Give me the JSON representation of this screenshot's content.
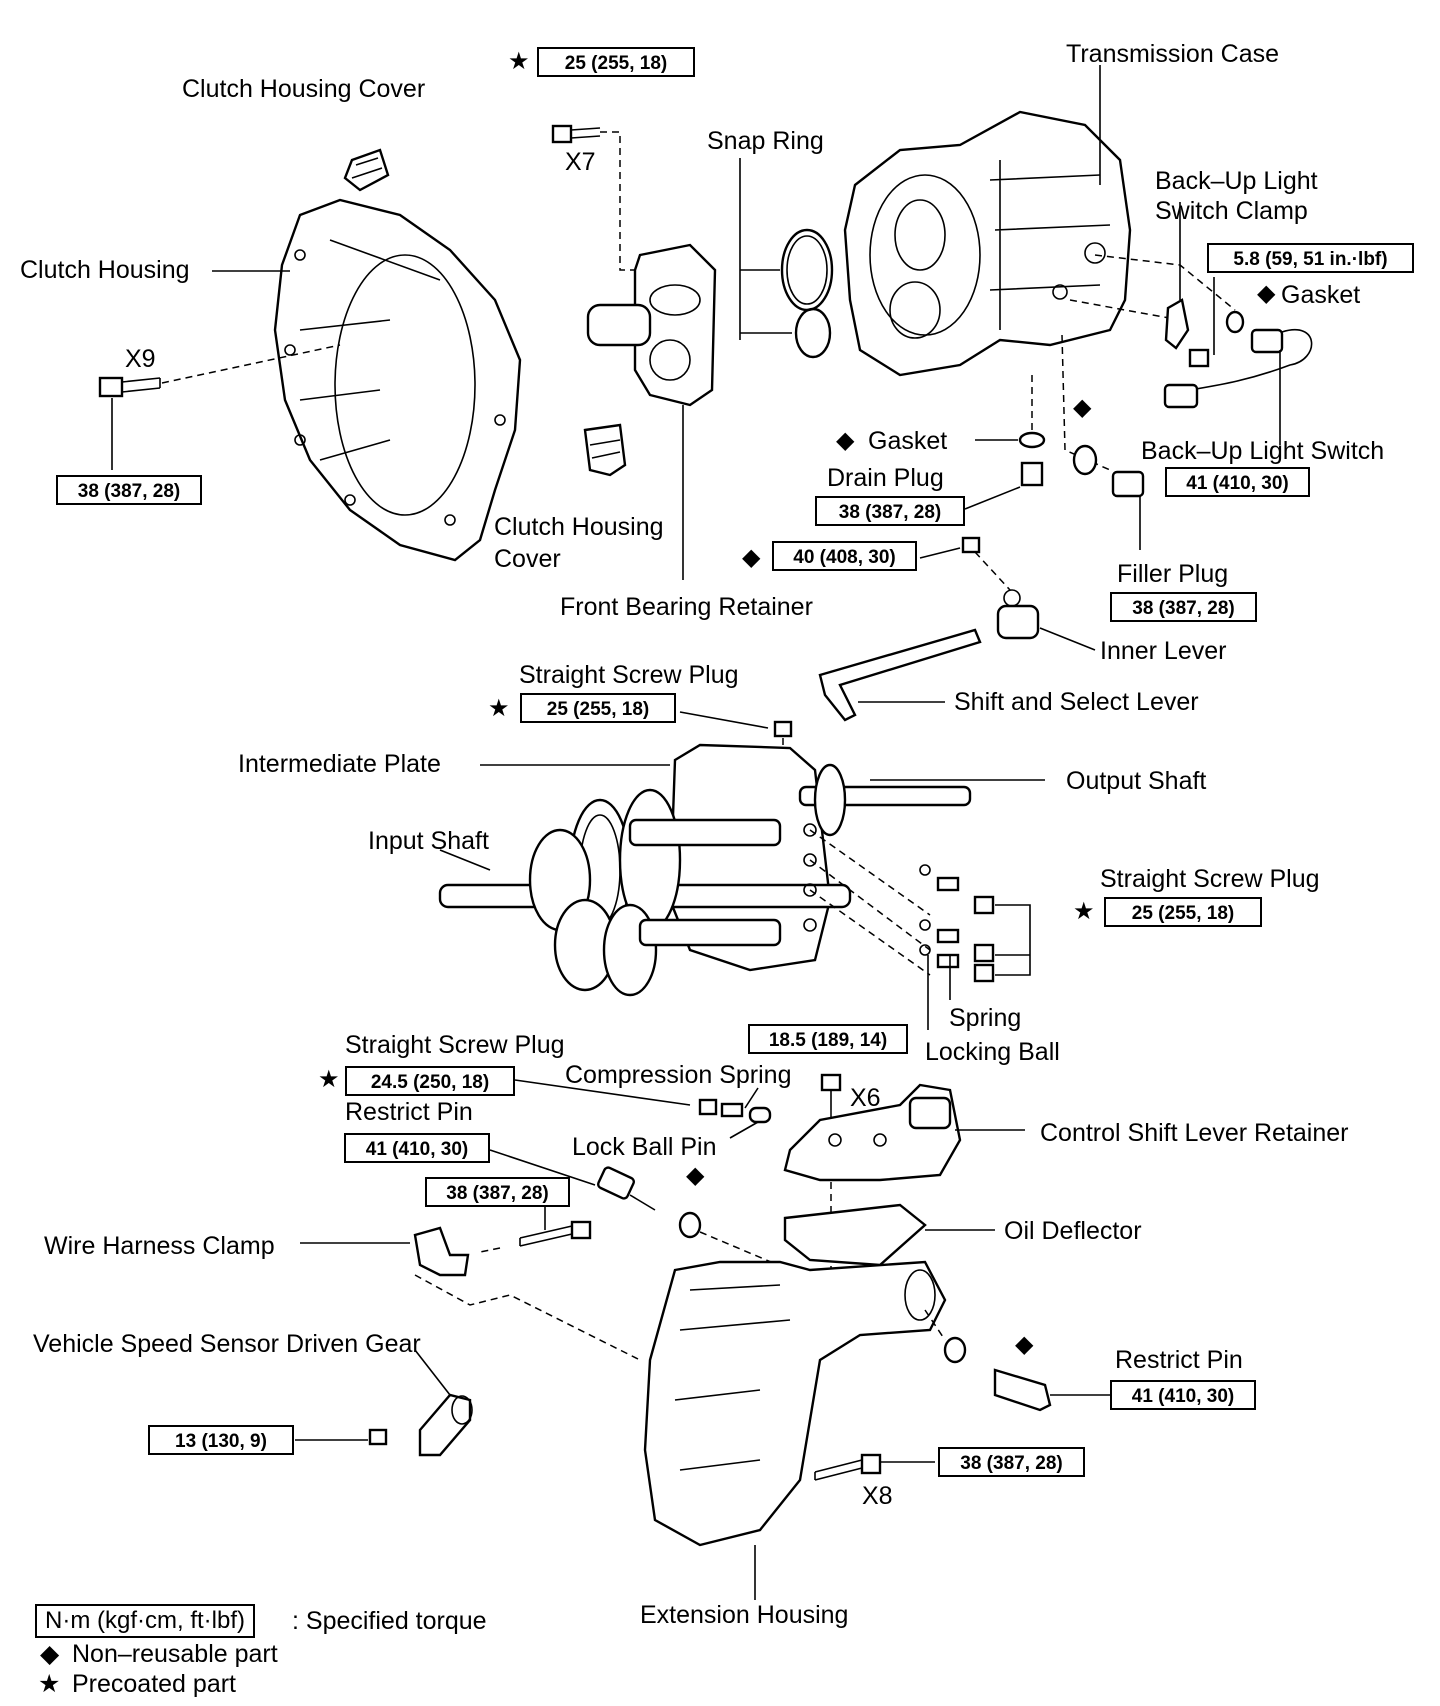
{
  "labels": {
    "clutch_housing_cover_top": "Clutch Housing Cover",
    "clutch_housing": "Clutch Housing",
    "x9": "X9",
    "x7": "X7",
    "snap_ring": "Snap Ring",
    "transmission_case": "Transmission Case",
    "backup_clamp_1": "Back–Up Light",
    "backup_clamp_2": "Switch Clamp",
    "gasket_right": "Gasket",
    "gasket_mid": "Gasket",
    "drain_plug": "Drain Plug",
    "backup_switch": "Back–Up Light Switch",
    "clutch_cover_low_1": "Clutch Housing",
    "clutch_cover_low_2": "Cover",
    "front_bearing_retainer": "Front Bearing Retainer",
    "filler_plug": "Filler Plug",
    "inner_lever": "Inner Lever",
    "straight_screw_plug_1": "Straight Screw Plug",
    "shift_select_lever": "Shift and Select Lever",
    "intermediate_plate": "Intermediate Plate",
    "output_shaft": "Output Shaft",
    "input_shaft": "Input Shaft",
    "straight_screw_plug_2": "Straight Screw Plug",
    "spring": "Spring",
    "locking_ball": "Locking Ball",
    "straight_screw_plug_3": "Straight Screw Plug",
    "compression_spring": "Compression Spring",
    "x6": "X6",
    "restrict_pin_left": "Restrict Pin",
    "lock_ball_pin": "Lock Ball Pin",
    "control_shift_lever_retainer": "Control Shift Lever Retainer",
    "oil_deflector": "Oil Deflector",
    "wire_harness_clamp": "Wire Harness Clamp",
    "vss_driven_gear": "Vehicle Speed Sensor Driven Gear",
    "restrict_pin_right": "Restrict Pin",
    "x8": "X8",
    "extension_housing": "Extension Housing"
  },
  "torques": {
    "t_top": "25 (255, 18)",
    "t_x9": "38 (387, 28)",
    "t_backup_clamp": "5.8 (59, 51 in.·lbf)",
    "t_backup_switch": "41 (410, 30)",
    "t_drain": "38 (387, 28)",
    "t_40": "40 (408, 30)",
    "t_filler": "38 (387, 28)",
    "t_ssp1": "25 (255, 18)",
    "t_ssp2": "25 (255, 18)",
    "t_189": "18.5 (189, 14)",
    "t_ssp3": "24.5 (250, 18)",
    "t_restrict_left": "41 (410, 30)",
    "t_clamp_bolt": "38 (387, 28)",
    "t_restrict_right": "41 (410, 30)",
    "t_vss": "13 (130, 9)",
    "t_x8": "38 (387, 28)"
  },
  "symbols": {
    "star": "★",
    "diamond": "◆"
  },
  "legend": {
    "torque_unit": "N·m (kgf·cm, ft·lbf)",
    "torque_desc": ": Specified torque",
    "nonreusable": "Non–reusable part",
    "precoated": "Precoated part"
  }
}
